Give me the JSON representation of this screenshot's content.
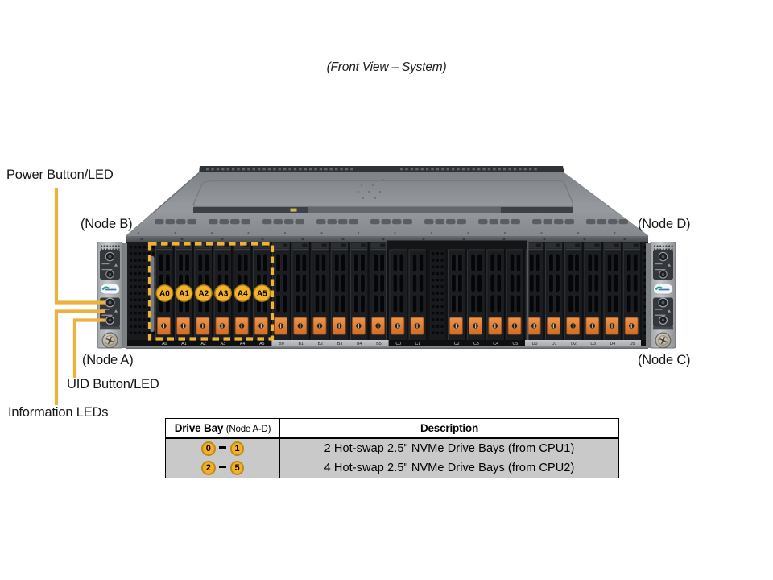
{
  "figure": {
    "title": "(Front View – System)"
  },
  "callouts": {
    "power_button": "Power Button/LED",
    "node_b": "(Node B)",
    "node_d": "(Node D)",
    "node_a": "(Node A)",
    "node_c": "(Node C)",
    "uid_button": "UID Button/LED",
    "information_leds": "Information LEDs"
  },
  "server": {
    "highlighted_bay_badges": [
      "A0",
      "A1",
      "A2",
      "A3",
      "A4",
      "A5"
    ],
    "bay_strip_labels": {
      "node_a": [
        "A0",
        "A1",
        "A2",
        "A3",
        "A4",
        "A5"
      ],
      "node_b": [
        "B0",
        "B1",
        "B2",
        "B3",
        "B4",
        "B5"
      ],
      "node_c": [
        "C0",
        "C1",
        "C2",
        "C3",
        "C4",
        "C5"
      ],
      "node_d": [
        "D0",
        "D1",
        "D2",
        "D3",
        "D4",
        "D5"
      ]
    }
  },
  "table": {
    "header": {
      "bay_main": "Drive Bay",
      "bay_sub": "(Node A-D)",
      "description": "Description"
    },
    "rows": [
      {
        "from": "0",
        "to": "1",
        "description": "2 Hot-swap 2.5\" NVMe Drive Bays (from CPU1)"
      },
      {
        "from": "2",
        "to": "5",
        "description": "4 Hot-swap 2.5\" NVMe Drive Bays (from CPU2)"
      }
    ]
  },
  "colors": {
    "accent_gold": "#f0b231",
    "latch_orange": "#e8823b",
    "table_row_gray": "#c9c9c9",
    "chassis_gray": "#8f9397"
  }
}
